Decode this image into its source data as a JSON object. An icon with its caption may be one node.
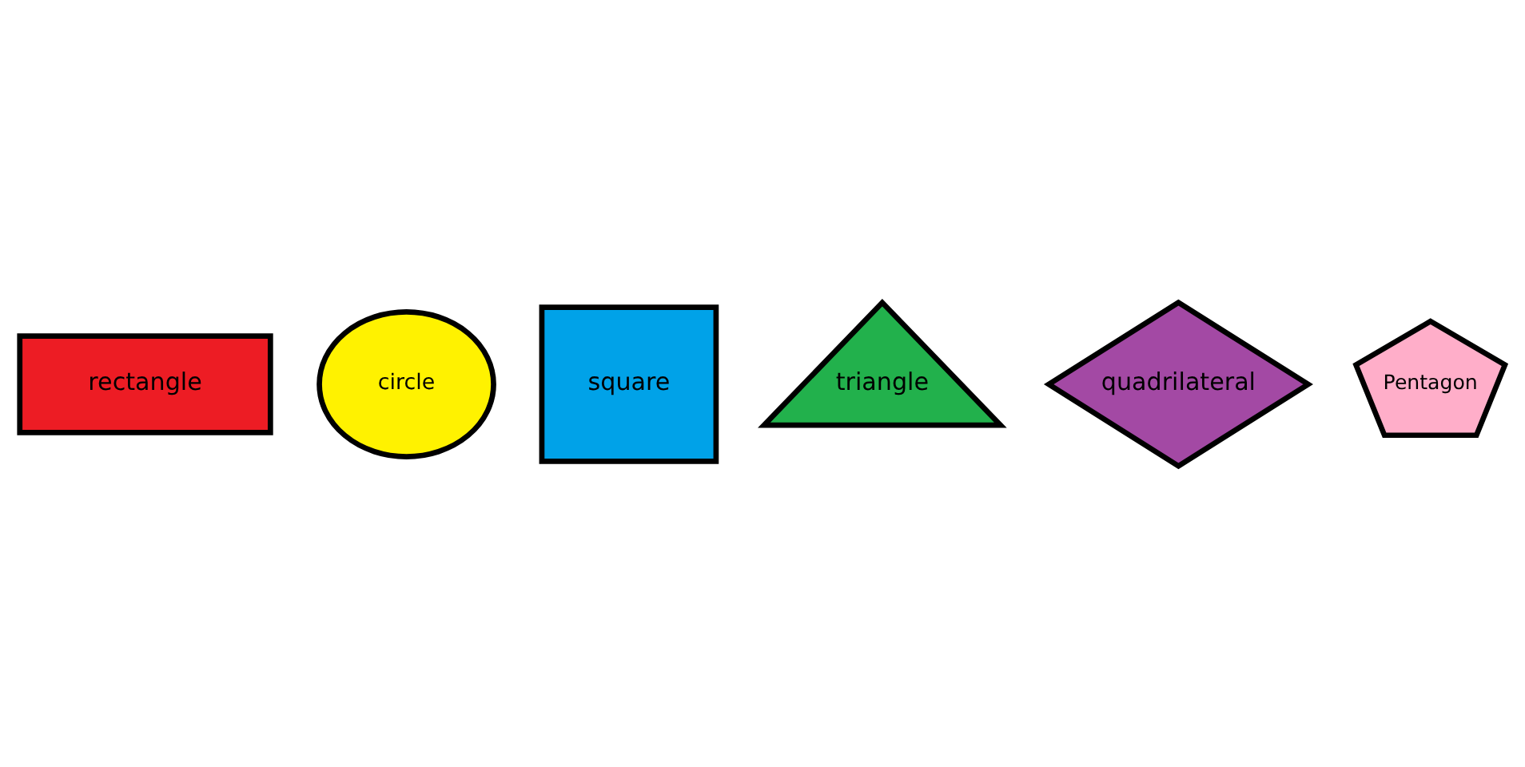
{
  "diagram": {
    "nodes": [
      {
        "text": [
          "rectangle"
        ]
      },
      {
        "text": [
          "circle"
        ]
      },
      {
        "text": [
          "square"
        ]
      },
      {
        "text": [
          "triangle"
        ]
      },
      {
        "text": [
          "quadrilateral"
        ]
      },
      {
        "text": [
          "Pentagon"
        ]
      }
    ]
  }
}
